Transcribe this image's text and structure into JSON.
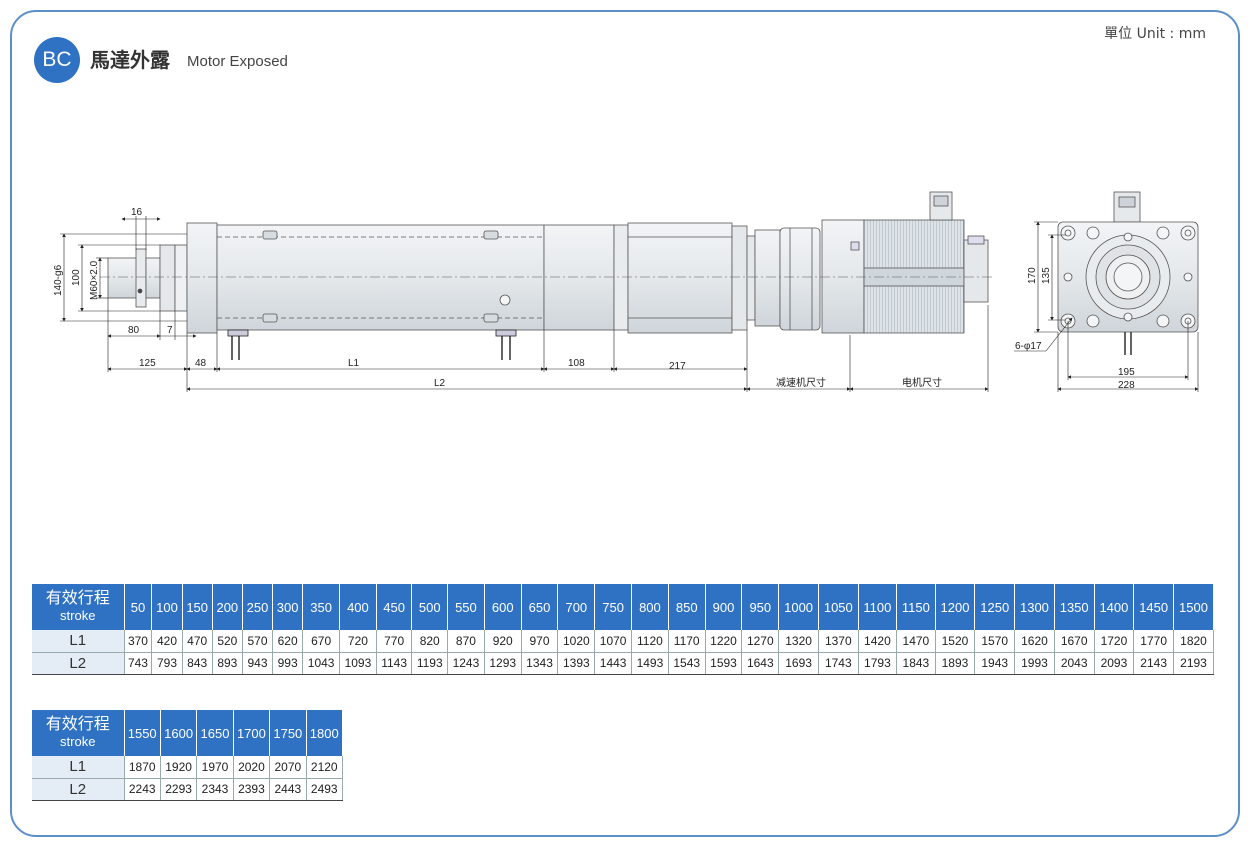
{
  "header": {
    "badge": "BC",
    "title_zh": "馬達外露",
    "title_en": "Motor Exposed",
    "unit": "單位 Unit : mm"
  },
  "drawing": {
    "dims": {
      "d16": "16",
      "d140g6": "140-g6",
      "d100": "100",
      "dM60": "M60×2.0",
      "d80": "80",
      "d7": "7",
      "d125": "125",
      "d48": "48",
      "L1": "L1",
      "d108": "108",
      "d217": "217",
      "L2": "L2",
      "reducer": "减速机尺寸",
      "motor": "电机尺寸",
      "d170": "170",
      "d135": "135",
      "hole": "6-φ17",
      "d195": "195",
      "d228": "228"
    }
  },
  "tables": [
    {
      "header_zh": "有效行程",
      "header_en": "stroke",
      "strokes": [
        "50",
        "100",
        "150",
        "200",
        "250",
        "300",
        "350",
        "400",
        "450",
        "500",
        "550",
        "600",
        "650",
        "700",
        "750",
        "800",
        "850",
        "900",
        "950",
        "1000",
        "1050",
        "1100",
        "1150",
        "1200",
        "1250",
        "1300",
        "1350",
        "1400",
        "1450",
        "1500"
      ],
      "rows": [
        {
          "label": "L1",
          "values": [
            "370",
            "420",
            "470",
            "520",
            "570",
            "620",
            "670",
            "720",
            "770",
            "820",
            "870",
            "920",
            "970",
            "1020",
            "1070",
            "1120",
            "1170",
            "1220",
            "1270",
            "1320",
            "1370",
            "1420",
            "1470",
            "1520",
            "1570",
            "1620",
            "1670",
            "1720",
            "1770",
            "1820"
          ]
        },
        {
          "label": "L2",
          "values": [
            "743",
            "793",
            "843",
            "893",
            "943",
            "993",
            "1043",
            "1093",
            "1143",
            "1193",
            "1243",
            "1293",
            "1343",
            "1393",
            "1443",
            "1493",
            "1543",
            "1593",
            "1643",
            "1693",
            "1743",
            "1793",
            "1843",
            "1893",
            "1943",
            "1993",
            "2043",
            "2093",
            "2143",
            "2193"
          ]
        }
      ]
    },
    {
      "header_zh": "有效行程",
      "header_en": "stroke",
      "strokes": [
        "1550",
        "1600",
        "1650",
        "1700",
        "1750",
        "1800"
      ],
      "rows": [
        {
          "label": "L1",
          "values": [
            "1870",
            "1920",
            "1970",
            "2020",
            "2070",
            "2120"
          ]
        },
        {
          "label": "L2",
          "values": [
            "2243",
            "2293",
            "2343",
            "2393",
            "2443",
            "2493"
          ]
        }
      ]
    }
  ]
}
